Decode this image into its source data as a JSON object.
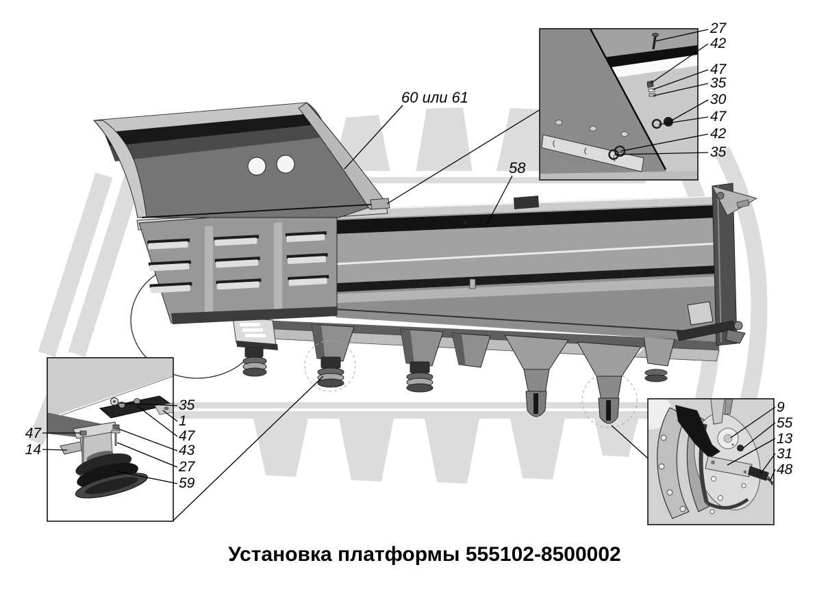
{
  "page": {
    "title": "Установка платформы 555102-8500002",
    "background": "#ffffff",
    "watermark_color": "#dcdcdc"
  },
  "figure": {
    "type": "parts-diagram",
    "subject": "Самосвальная платформа с подрамником, вид сбоку, с выносными элементами",
    "main_callouts": {
      "platform_variant": "60 или 61",
      "side_board": "58"
    },
    "detail_top_right": {
      "callouts": [
        "27",
        "42",
        "47",
        "35",
        "30",
        "47",
        "42",
        "35"
      ]
    },
    "detail_bottom_left": {
      "callouts_left": [
        "47",
        "14"
      ],
      "callouts_right": [
        "35",
        "1",
        "47",
        "43",
        "27",
        "59"
      ]
    },
    "detail_bottom_right": {
      "callouts": [
        "9",
        "55",
        "13",
        "31",
        "48"
      ]
    }
  }
}
